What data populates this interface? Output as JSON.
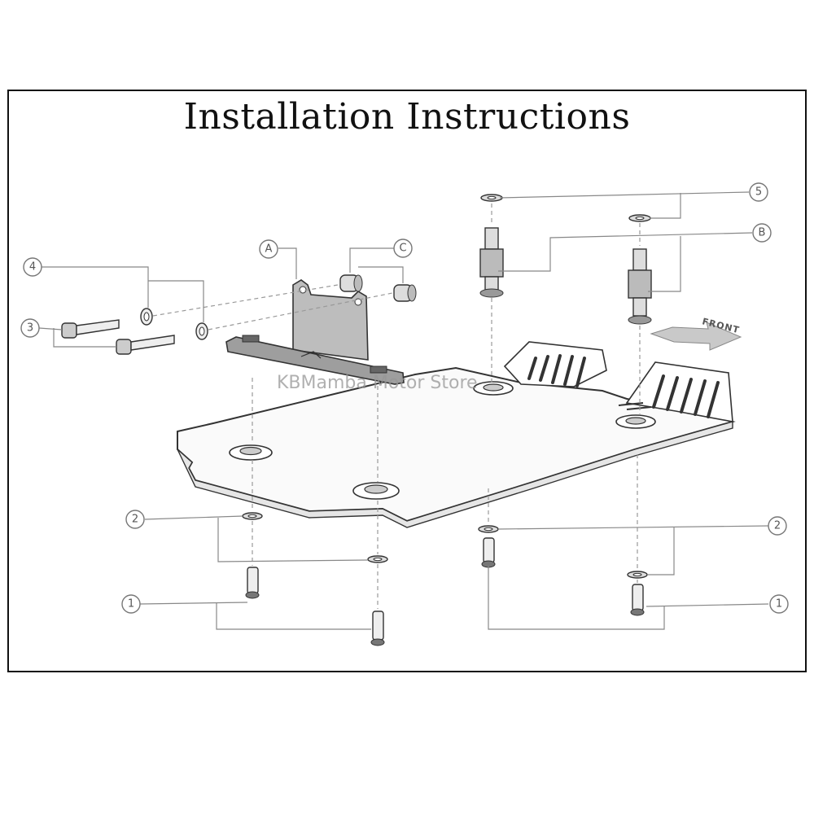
{
  "title": "Installation Instructions",
  "watermark": "KBMamba Motor Store",
  "front_label": "FRONT",
  "callouts": {
    "c1_left": "1",
    "c1_right": "1",
    "c2_left": "2",
    "c2_right": "2",
    "c3": "3",
    "c4": "4",
    "c5": "5",
    "cA": "A",
    "cB": "B",
    "cC": "C"
  },
  "colors": {
    "line": "#333333",
    "leader": "#888888",
    "frame": "#111111"
  }
}
